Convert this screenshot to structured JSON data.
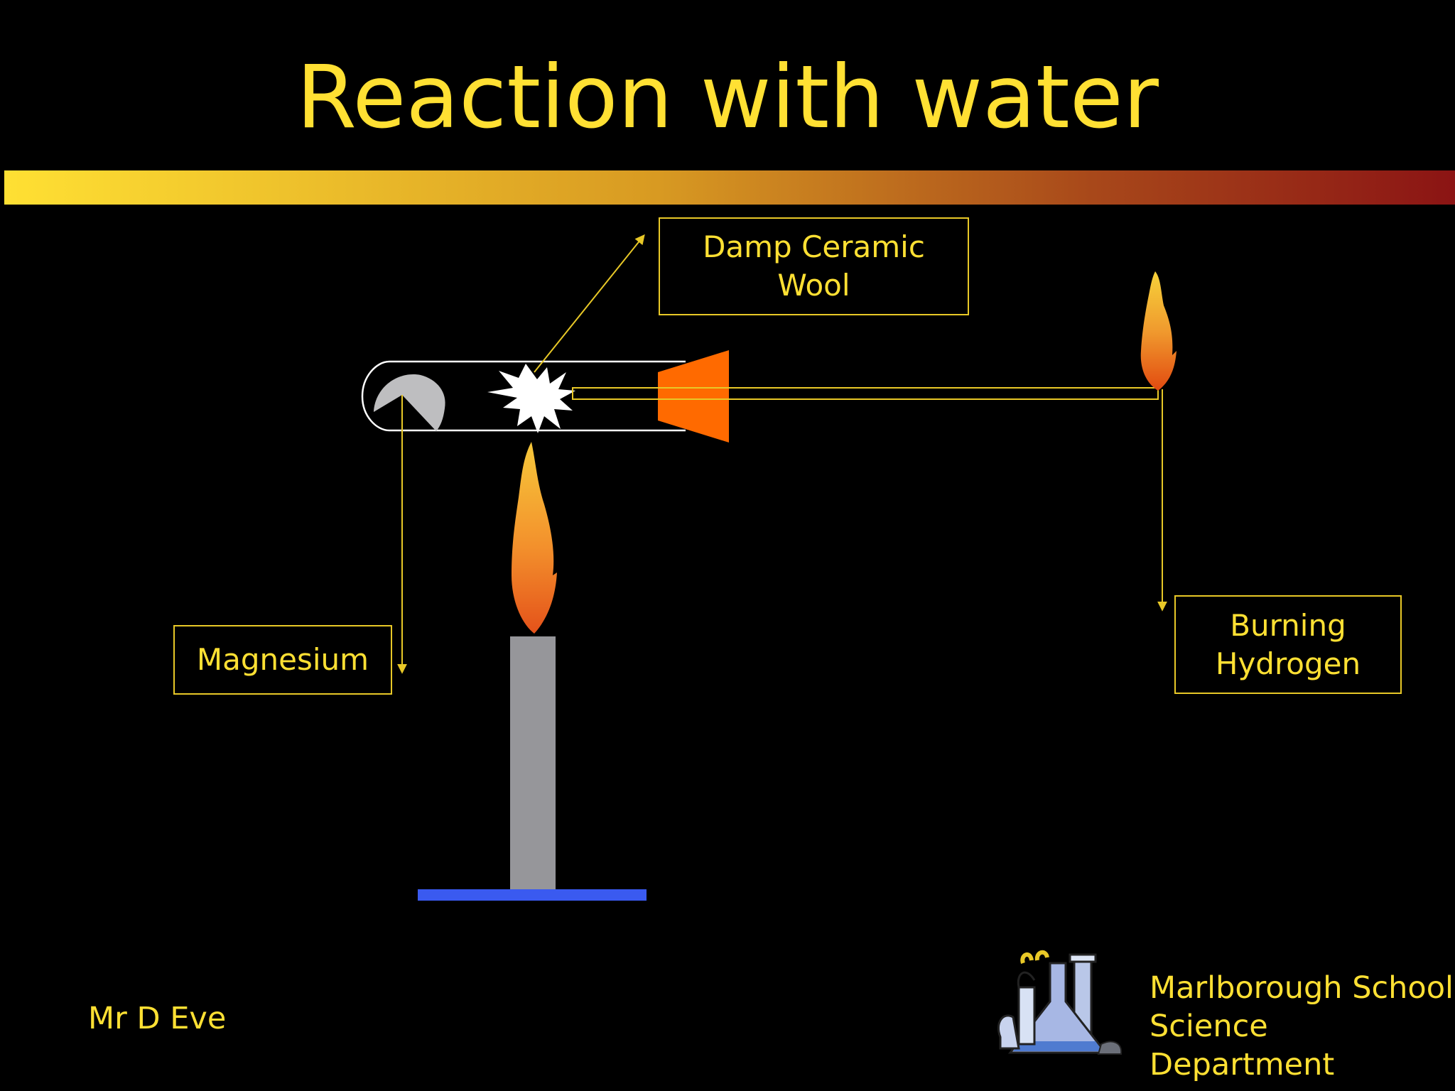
{
  "slide": {
    "title": "Reaction with water",
    "labels": {
      "damp_ceramic_wool": "Damp Ceramic\nWool",
      "magnesium": "Magnesium",
      "burning_hydrogen": "Burning\nHydrogen"
    },
    "footer": {
      "author": "Mr D Eve",
      "school_line1": "Marlborough School",
      "school_line2": "Science Department"
    }
  },
  "colors": {
    "background": "#000000",
    "text": "#FFE033",
    "label_border": "#E8C827",
    "banner_start": "#FFE033",
    "banner_end": "#8B1414",
    "stopper": "#FF6A00",
    "burner_stand": "#96969A",
    "burner_base": "#3A5AF0",
    "magnesium": "#BEBEC0"
  },
  "icons": {
    "spark": "starburst-icon",
    "flask_logo": "lab-glassware-icon"
  }
}
